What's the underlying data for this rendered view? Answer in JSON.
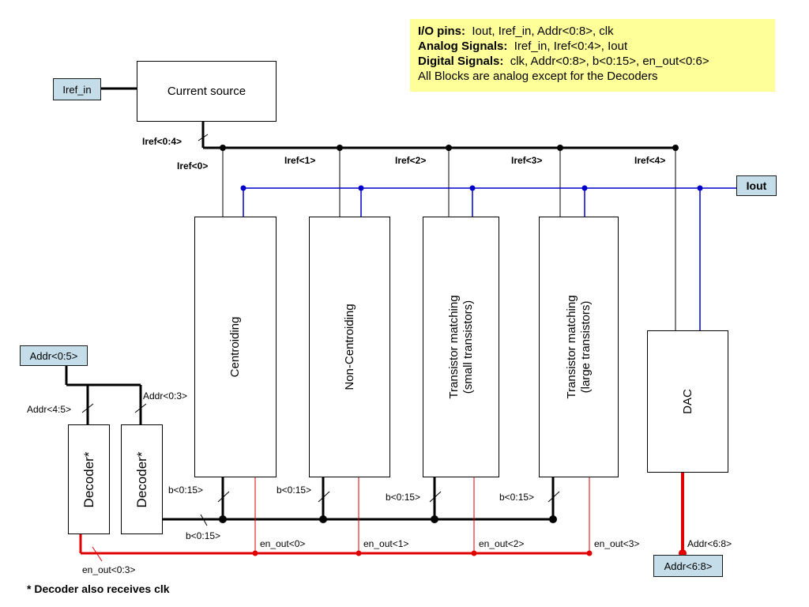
{
  "note": {
    "io_pins_label": "I/O pins:",
    "io_pins_value": "Iout, Iref_in, Addr<0:8>, clk",
    "analog_label": "Analog Signals:",
    "analog_value": "Iref_in, Iref<0:4>, Iout",
    "digital_label": "Digital Signals:",
    "digital_value": "clk, Addr<0:8>, b<0:15>, en_out<0:6>",
    "blocks_text": "All Blocks are analog except for the Decoders"
  },
  "pins": {
    "iref_in": "Iref_in",
    "iout": "Iout",
    "addr_0_5": "Addr<0:5>",
    "addr_6_8": "Addr<6:8>"
  },
  "blocks": {
    "current_source": "Current source",
    "centroiding": "Centroiding",
    "non_centroiding": "Non-Centroiding",
    "tm_small_line1": "Transistor matching",
    "tm_small_line2": "(small transistors)",
    "tm_large_line1": "Transistor matching",
    "tm_large_line2": "(large transistors)",
    "dac": "DAC",
    "decoder1": "Decoder*",
    "decoder2": "Decoder*"
  },
  "labels": {
    "iref_0_4": "Iref<0:4>",
    "iref_0": "Iref<0>",
    "iref_1": "Iref<1>",
    "iref_2": "Iref<2>",
    "iref_3": "Iref<3>",
    "iref_4": "Iref<4>",
    "addr_4_5": "Addr<4:5>",
    "addr_0_3": "Addr<0:3>",
    "b_1": "b<0:15>",
    "b_2": "b<0:15>",
    "b_3": "b<0:15>",
    "b_4": "b<0:15>",
    "b_bus": "b<0:15>",
    "en_out_0": "en_out<0>",
    "en_out_1": "en_out<1>",
    "en_out_2": "en_out<2>",
    "en_out_3": "en_out<3>",
    "en_out_0_3": "en_out<0:3>",
    "addr_6_8_wire": "Addr<6:8>"
  },
  "footnote": "* Decoder also receives clk",
  "colors": {
    "analog_wire": "#0000cc",
    "enable_wire": "#e00000",
    "note_background": "#ffff99",
    "pin_fill": "#c5dde8"
  }
}
